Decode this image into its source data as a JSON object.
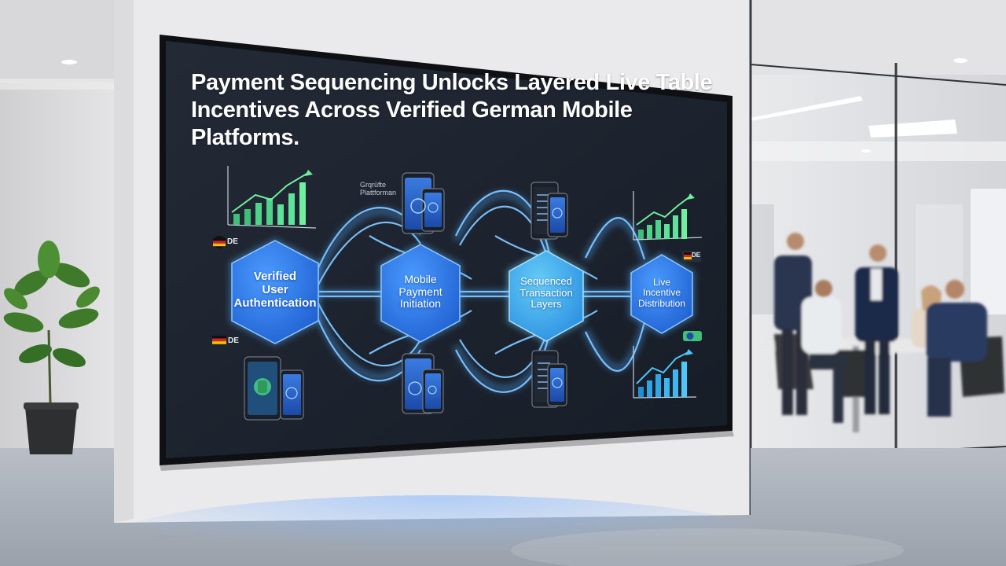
{
  "display": {
    "headline_line1": "Payment Sequencing Unlocks Layered Live Table",
    "headline_line2": "Incentives Across Verified German Mobile Platforms.",
    "corner_tag_line1": "Grqrüfte",
    "corner_tag_line2": "Plattforman",
    "nodes": [
      {
        "line1": "Verified",
        "line2": "User",
        "line3": "Authentication"
      },
      {
        "line1": "Mobile",
        "line2": "Payment",
        "line3": "Initiation"
      },
      {
        "line1": "Sequenced",
        "line2": "Transaction",
        "line3": "Layers"
      },
      {
        "line1": "Live",
        "line2": "Incentive",
        "line3": "Distribution"
      }
    ],
    "flag_badges": [
      {
        "code": "DE"
      },
      {
        "code": "DE"
      },
      {
        "code": "DE"
      }
    ]
  },
  "colors": {
    "screen_bg": "#1d2430",
    "node_blue": "#2f7fe8",
    "node_cyan": "#3fb6ef",
    "glow": "#4fa9ff",
    "chart_green": "#4fd38a",
    "chart_blue": "#2fa6e8"
  }
}
